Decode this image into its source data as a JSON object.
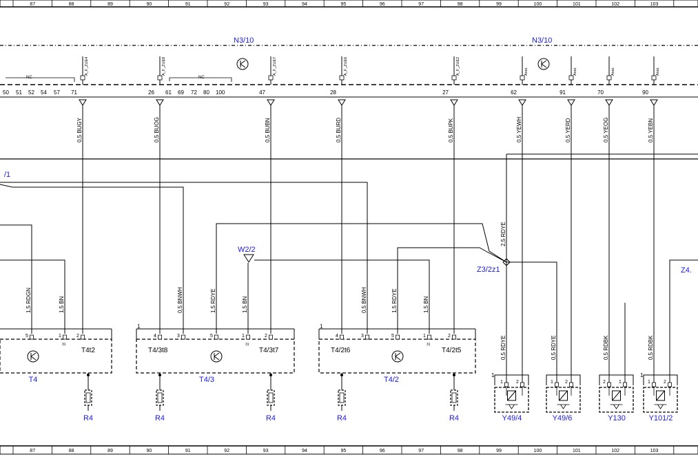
{
  "ruler": {
    "top_columns": [
      "87",
      "88",
      "89",
      "90",
      "91",
      "92",
      "93",
      "94",
      "95",
      "96",
      "97",
      "98",
      "99",
      "100",
      "101",
      "102",
      "103"
    ],
    "bottom_columns": [
      "87",
      "88",
      "89",
      "90",
      "91",
      "92",
      "93",
      "94",
      "95",
      "96",
      "97",
      "98",
      "99",
      "100",
      "101",
      "102",
      "103"
    ]
  },
  "modules": {
    "left": "N3/10",
    "right": "N3/10"
  },
  "nc_labels": [
    "NC",
    "NC"
  ],
  "nc_pins": [
    "50",
    "51",
    "52",
    "54",
    "57",
    "61",
    "69",
    "72",
    "80",
    "100"
  ],
  "connector_pins": [
    {
      "pin": "71",
      "signal": "A_F_ZUE4",
      "wire": "0,5 BUGY"
    },
    {
      "pin": "26",
      "signal": "A_F_ZUE8",
      "wire": "0,5 BUOG"
    },
    {
      "pin": "47",
      "signal": "A_F_ZUE7",
      "wire": "0,5 BUBN"
    },
    {
      "pin": "28",
      "signal": "A_F_ZUE6",
      "wire": "0,5 BURD"
    },
    {
      "pin": "27",
      "signal": "A_F_ZUE2",
      "wire": "0,5 BUPK"
    },
    {
      "pin": "62",
      "signal": "Anst.",
      "wire": "0,5 YEWH"
    },
    {
      "pin": "91",
      "signal": "Anst.",
      "wire": "0,5 YERD"
    },
    {
      "pin": "70",
      "signal": "Anst.",
      "wire": "0,5 YEOG"
    },
    {
      "pin": "90",
      "signal": "Anst.",
      "wire": "0,5 YEBN"
    }
  ],
  "refs": {
    "left_edge": "/1",
    "w22": "W2/2",
    "z32": "Z3/2z1",
    "z4": "Z4."
  },
  "mid_wires": [
    "1,5 RDGN",
    "1,5 BN",
    "0,5 BNWH",
    "1,5 RDYE",
    "1,5 BN",
    "0,5 BNWH",
    "1,5 RDYE",
    "1,5 BN",
    "2,5 RDYE"
  ],
  "lower_wires": [
    "0,5 RDYE",
    "0,5 RDYE",
    "0,5 RDBK",
    "0,5 RDBK"
  ],
  "transformers": [
    {
      "name": "T4",
      "terminal": "T4t2",
      "pins": [
        "5",
        "1",
        "2"
      ]
    },
    {
      "name": "T4/3",
      "terminal": "T4/3t8",
      "terminal2": "T4/3t7",
      "pins": [
        "4",
        "3",
        "5",
        "1",
        "2"
      ]
    },
    {
      "name": "T4/2",
      "terminal": "T4/2t6",
      "terminal2": "T4/2t5",
      "pins": [
        "4",
        "3",
        "5",
        "1",
        "2"
      ]
    }
  ],
  "frame_pin_labels": [
    "1",
    "1"
  ],
  "pin_31": "31",
  "resistors": [
    "R4",
    "R4",
    "R4",
    "R4",
    "R4"
  ],
  "valves": [
    {
      "name": "Y49/4",
      "pins": [
        "1",
        "2"
      ],
      "frame": "1"
    },
    {
      "name": "Y49/6",
      "pins": [
        "1",
        "2"
      ]
    },
    {
      "name": "Y130",
      "pins": [
        "2",
        "1"
      ]
    },
    {
      "name": "Y101/2",
      "pins": [
        "1",
        "2"
      ],
      "frame": "1"
    }
  ],
  "colors": {
    "label_blue": "#1a1ae6",
    "line": "#000000"
  }
}
